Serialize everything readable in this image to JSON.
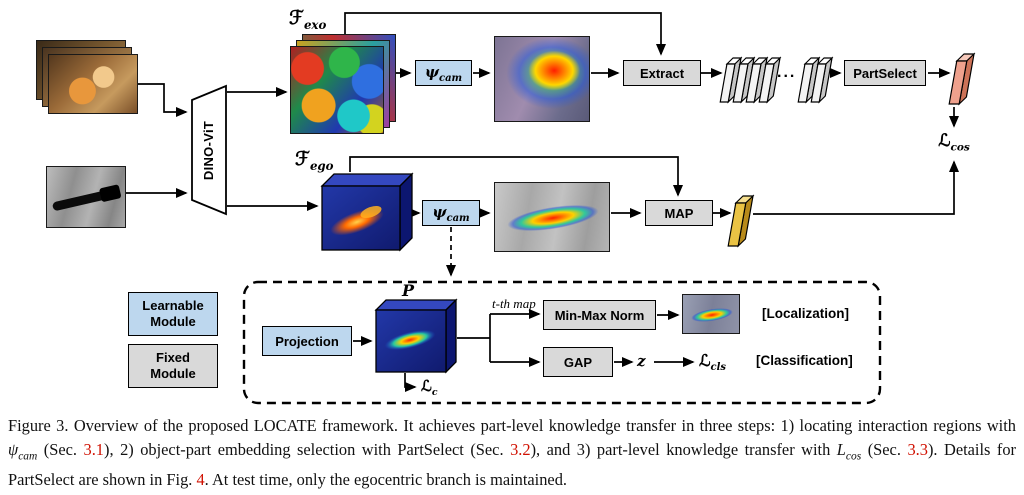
{
  "figure": {
    "dino_vit_label": "DINO-ViT",
    "exo_feature_label": {
      "base": "ℱ",
      "sub": "exo"
    },
    "ego_feature_label": {
      "base": "ℱ",
      "sub": "ego"
    },
    "psi_cam_exo": {
      "base": "ψ",
      "sub": "cam"
    },
    "psi_cam_ego": {
      "base": "ψ",
      "sub": "cam"
    },
    "extract_label": "Extract",
    "partselect_label": "PartSelect",
    "map_label": "MAP",
    "l_cos_label": {
      "base": "ℒ",
      "sub": "cos"
    },
    "embedding_dots": "...",
    "panel": {
      "projection_label": "Projection",
      "p_label": "P",
      "t_th_map_label": "t-th map",
      "min_max_norm_label": "Min-Max Norm",
      "gap_label": "GAP",
      "z_label": "z",
      "l_c_label": {
        "base": "ℒ",
        "sub": "c"
      },
      "l_cls_label": {
        "base": "ℒ",
        "sub": "cls"
      },
      "localization_tag": "[Localization]",
      "classification_tag": "[Classification]"
    },
    "legend": {
      "learnable": "Learnable\nModule",
      "fixed": "Fixed\nModule"
    },
    "colors": {
      "learnable_blue": "#BDD7EE",
      "fixed_gray": "#D9D9D9",
      "reference_red": "#D01000",
      "exo_embedding_pink": "#EFA18D",
      "ego_embedding_yellow": "#EAC344"
    }
  },
  "caption": {
    "psi_math": {
      "base": "ψ",
      "sub": "cam"
    },
    "lcos_math": {
      "base": "L",
      "sub": "cos"
    },
    "segments": [
      {
        "text": "Figure 3. Overview of the proposed LOCATE framework. It achieves part-level knowledge transfer in three steps: 1) locating interaction regions with "
      },
      {
        "text": " (Sec. "
      },
      {
        "text": "3.1"
      },
      {
        "text": "), 2) object-part embedding selection with PartSelect (Sec. "
      },
      {
        "text": "3.2"
      },
      {
        "text": "), and 3) part-level knowledge transfer with "
      },
      {
        "text": " (Sec. "
      },
      {
        "text": "3.3"
      },
      {
        "text": "). Details for PartSelect are shown in Fig. "
      },
      {
        "text": "4"
      },
      {
        "text": ". At test time, only the egocentric branch is maintained."
      }
    ]
  }
}
